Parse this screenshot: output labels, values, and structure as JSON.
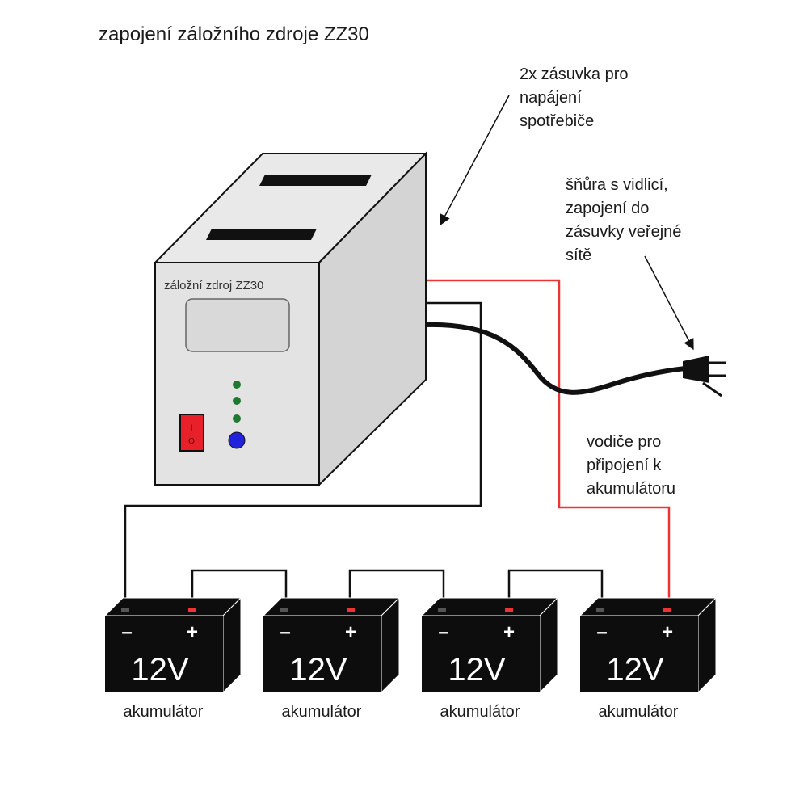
{
  "title": "zapojení záložního zdroje ZZ30",
  "device": {
    "label": "záložní zdroj ZZ30",
    "switch_marks": [
      "I",
      "O"
    ]
  },
  "annotations": {
    "sockets": [
      "2x zásuvka pro",
      "napájení",
      "spotřebiče"
    ],
    "cord": [
      "šňůra s vidlicí,",
      "zapojení do",
      "zásuvky veřejné",
      "sítě"
    ],
    "wires": [
      "vodiče pro",
      "připojení k",
      "akumulátoru"
    ]
  },
  "batteries": [
    {
      "voltage": "12V",
      "label": "akumulátor",
      "minus": "–",
      "plus": "+"
    },
    {
      "voltage": "12V",
      "label": "akumulátor",
      "minus": "–",
      "plus": "+"
    },
    {
      "voltage": "12V",
      "label": "akumulátor",
      "minus": "–",
      "plus": "+"
    },
    {
      "voltage": "12V",
      "label": "akumulátor",
      "minus": "–",
      "plus": "+"
    }
  ],
  "colors": {
    "device_front": "#e3e3e3",
    "device_top": "#e9e9e9",
    "device_side": "#d4d4d4",
    "positive_wire": "#ee3333",
    "negative_wire": "#111111",
    "switch": "#e8202a",
    "led": "#1e7a2e",
    "button": "#2222dd",
    "battery_body": "#0d0d0d"
  }
}
